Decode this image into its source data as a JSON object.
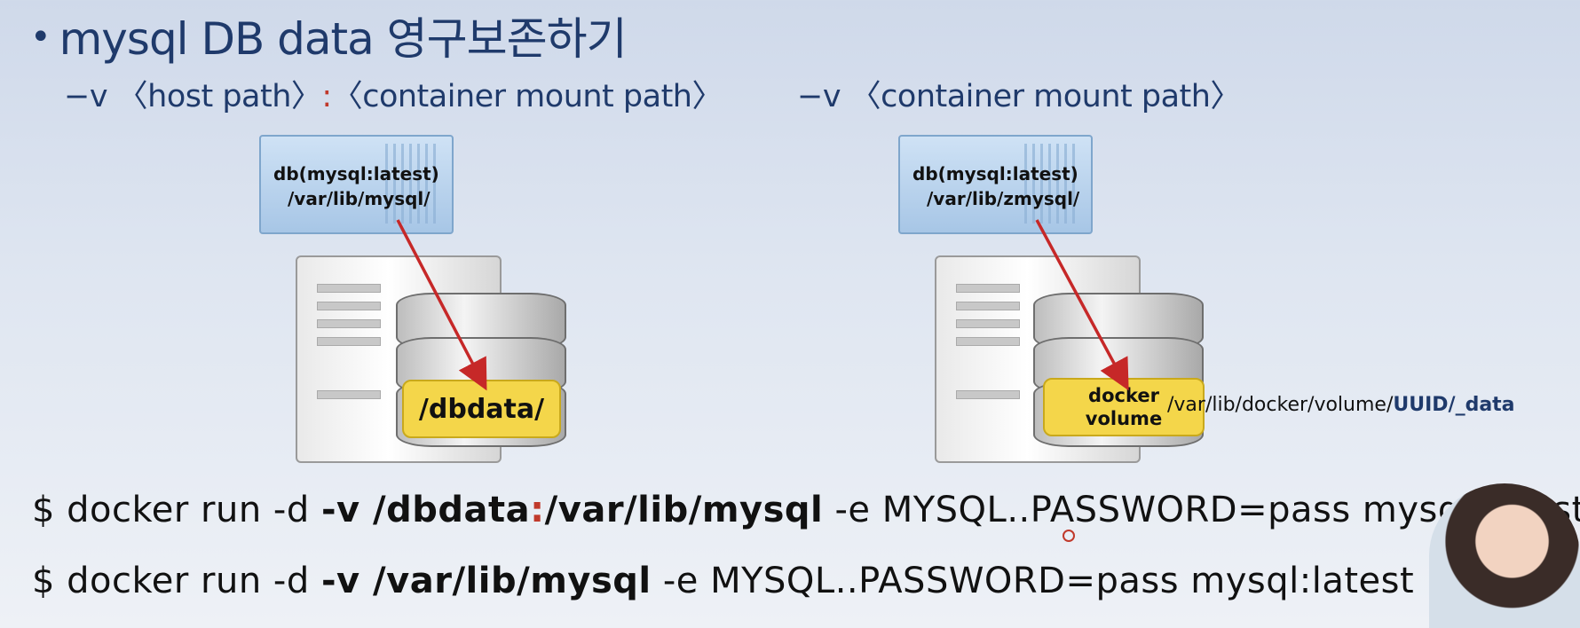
{
  "title": "mysql DB data 영구보존하기",
  "left_heading": {
    "prefix": "−v 〈host path〉",
    "colon": ":",
    "suffix": "〈container mount path〉"
  },
  "right_heading": "−v 〈container mount path〉",
  "left_container": {
    "line1": "db(mysql:latest)",
    "line2": "/var/lib/mysql/"
  },
  "right_container": {
    "line1": "db(mysql:latest)",
    "line2": "/var/lib/zmysql/"
  },
  "left_volume_label": "/dbdata/",
  "right_volume_label": "docker volume",
  "right_volume_path_prefix": "/var/lib/docker/volume/",
  "right_volume_path_uuid": "UUID/_data",
  "commands": [
    {
      "pre": "$ docker run -d  ",
      "flag_bold_a": "-v /dbdata",
      "colon": ":",
      "flag_bold_b": "/var/lib/mysql",
      "post": "  -e MYSQL..PASSWORD=pass mysql:latest"
    },
    {
      "pre": "$ docker run -d  ",
      "flag_bold": "-v /var/lib/mysql",
      "post": "  -e MYSQL..PASSWORD=pass mysql:latest"
    }
  ],
  "colors": {
    "accent": "#1f3a6b",
    "arrow": "#c62828",
    "label_yellow": "#f4d64a"
  }
}
